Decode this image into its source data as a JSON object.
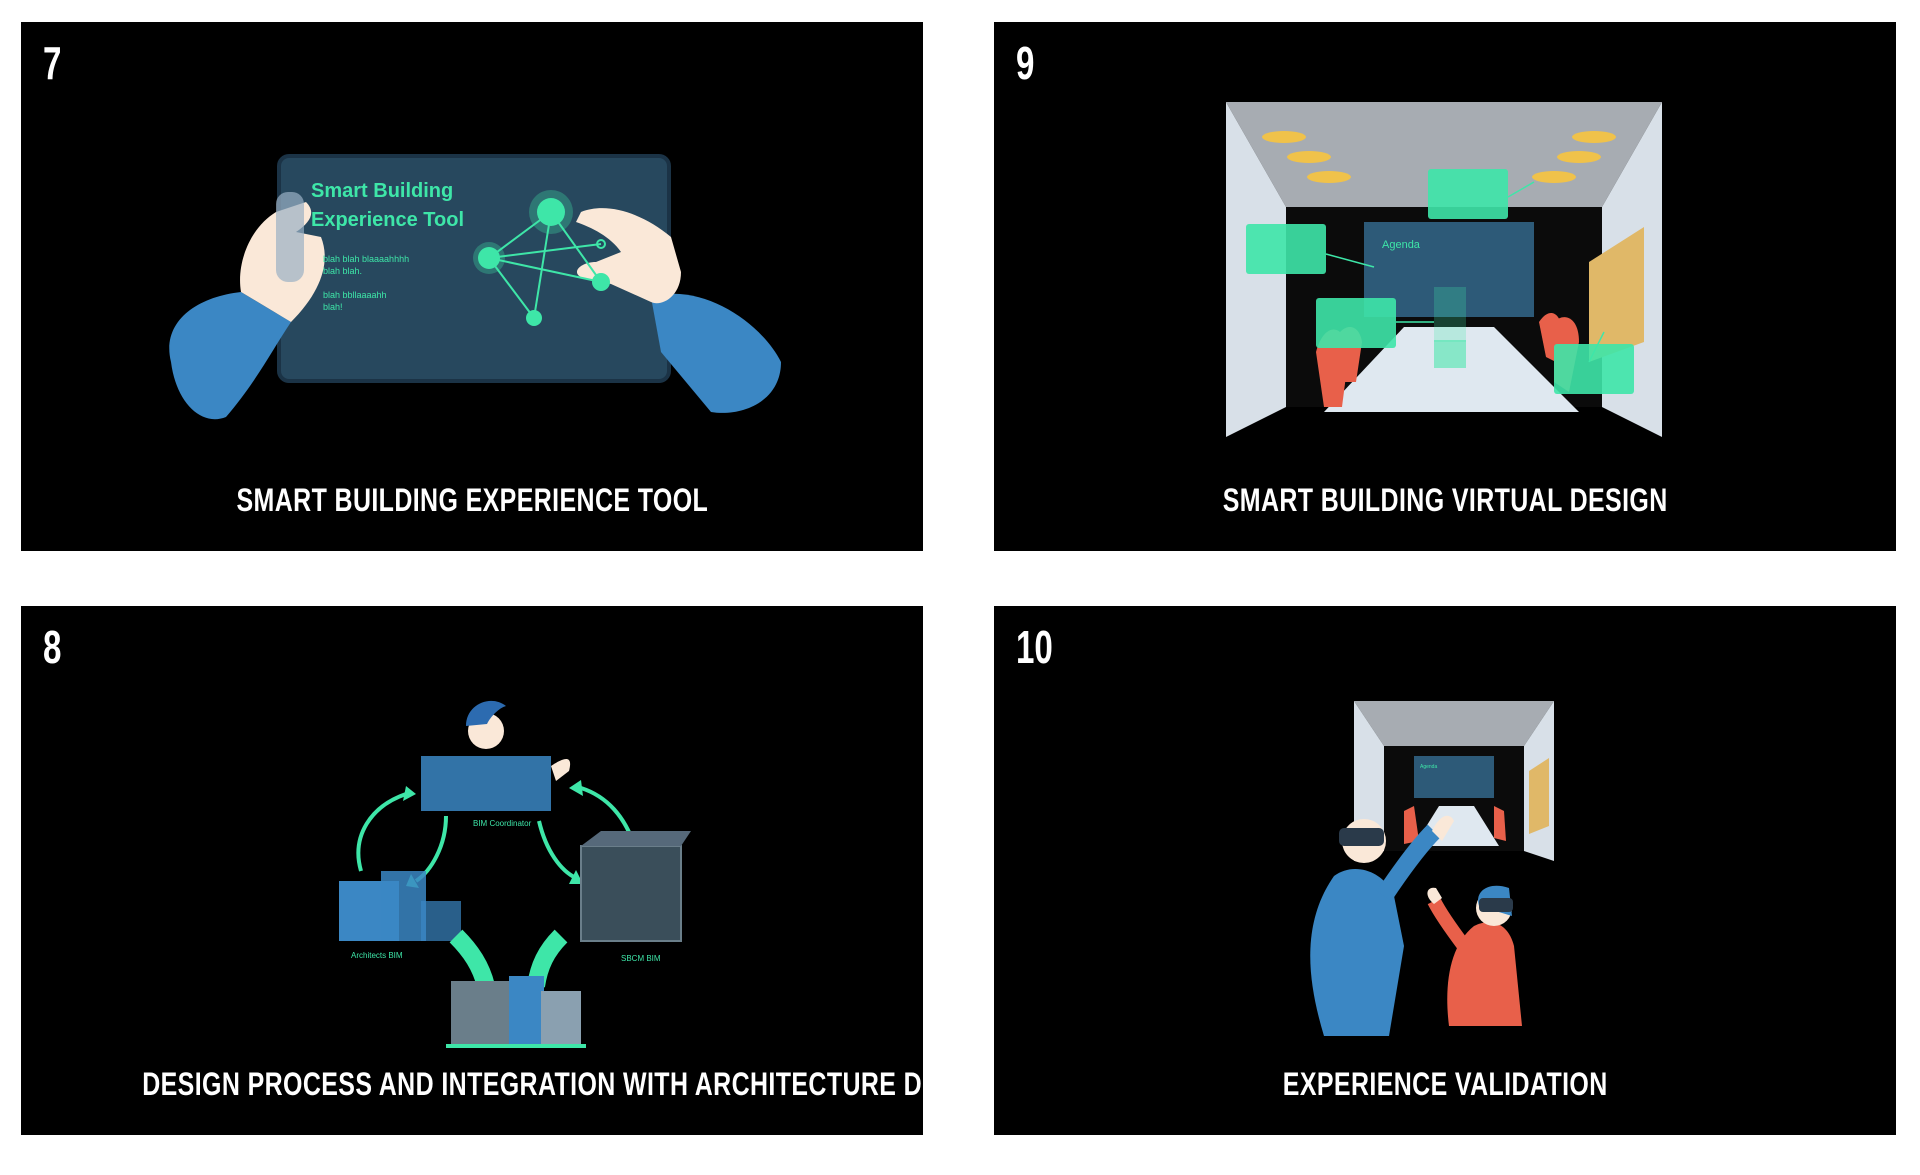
{
  "colors": {
    "background": "#ffffff",
    "panel": "#000000",
    "accent_green": "#3ee6a8",
    "blue": "#3b87c4",
    "orange": "#e8604a"
  },
  "panels": [
    {
      "number": "7",
      "caption": "SMART BUILDING EXPERIENCE TOOL",
      "tablet_title_line1": "Smart Building",
      "tablet_title_line2": "Experience Tool",
      "tablet_text_line1": "blah blah blaaaahhhh",
      "tablet_text_line2": "blah blah.",
      "tablet_text_line3": "blah bbllaaaahh",
      "tablet_text_line4": "blah!"
    },
    {
      "number": "9",
      "caption": "SMART BUILDING VIRTUAL DESIGN",
      "screen_label": "Agenda"
    },
    {
      "number": "8",
      "caption": "DESIGN PROCESS AND INTEGRATION WITH ARCHITECTURE DESIGN",
      "label_coordinator": "BIM Coordinator",
      "label_architects": "Architects BIM",
      "label_sbcm": "SBCM BIM"
    },
    {
      "number": "10",
      "caption": "EXPERIENCE VALIDATION",
      "screen_label": "Agenda"
    }
  ]
}
